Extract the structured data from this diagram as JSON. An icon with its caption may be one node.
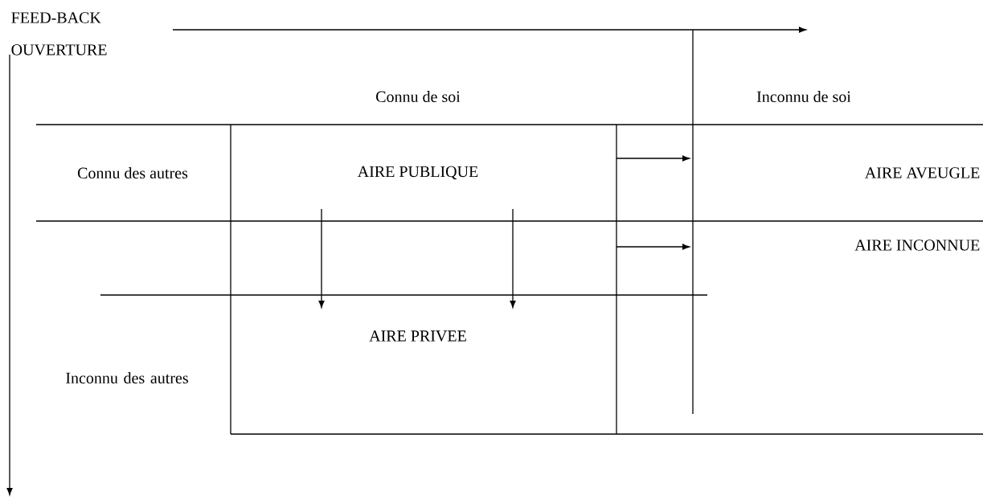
{
  "diagram": {
    "labels": [
      "FEED-BACK",
      "OUVERTURE",
      "Connu de soi",
      "Inconnu de soi",
      "Connu des autres",
      "AIRE PUBLIQUE",
      "AIRE AVEUGLE",
      "AIRE INCONNUE",
      "Inconnu des autres",
      "AIRE PRIVEE"
    ]
  }
}
